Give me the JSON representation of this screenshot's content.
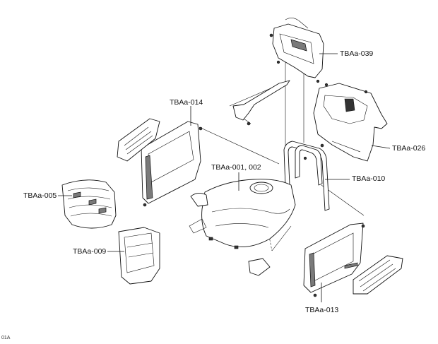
{
  "labels": {
    "p039": "TBAa-039",
    "p014": "TBAa-014",
    "p026": "TBAa-026",
    "p001": "TBAa-001, 002",
    "p010": "TBAa-010",
    "p005": "TBAa-005",
    "p009": "TBAa-009",
    "p013": "TBAa-013"
  },
  "footer": {
    "figure_code": "01A"
  }
}
